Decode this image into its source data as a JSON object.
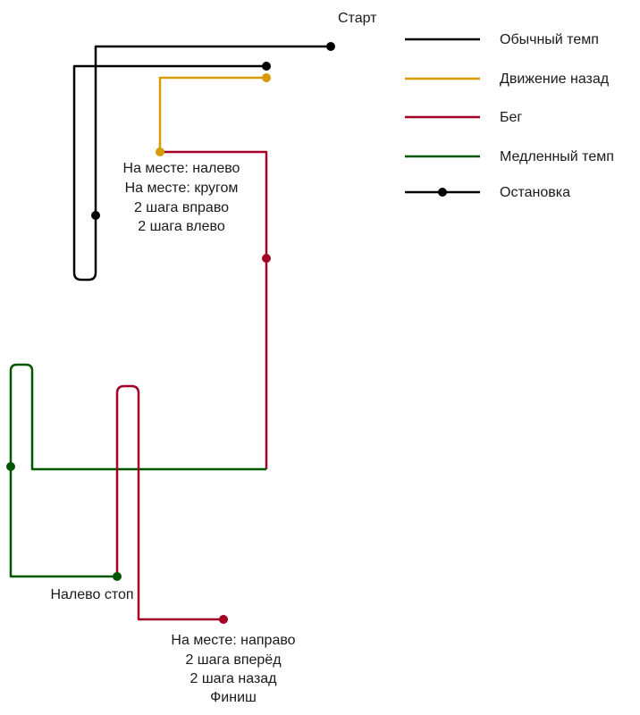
{
  "colors": {
    "normal": "#000000",
    "backward": "#d79b00",
    "run": "#a20025",
    "slow": "#005700"
  },
  "labels": {
    "start": "Старт",
    "stop_block_1": [
      "На месте: налево",
      "На месте: кругом",
      "2 шага вправо",
      "2 шага влево"
    ],
    "left_stop": "Налево стоп",
    "finish_block": [
      "На месте: направо",
      "2 шага вперёд",
      "2 шага назад",
      "Финиш"
    ]
  },
  "legend": [
    {
      "label": "Обычный темп",
      "color": "#000000",
      "marker": false
    },
    {
      "label": "Движение назад",
      "color": "#d79b00",
      "marker": false
    },
    {
      "label": "Бег",
      "color": "#a20025",
      "marker": false
    },
    {
      "label": "Медленный темп",
      "color": "#005700",
      "marker": false
    },
    {
      "label": "Остановка",
      "color": "#000000",
      "marker": true
    }
  ]
}
